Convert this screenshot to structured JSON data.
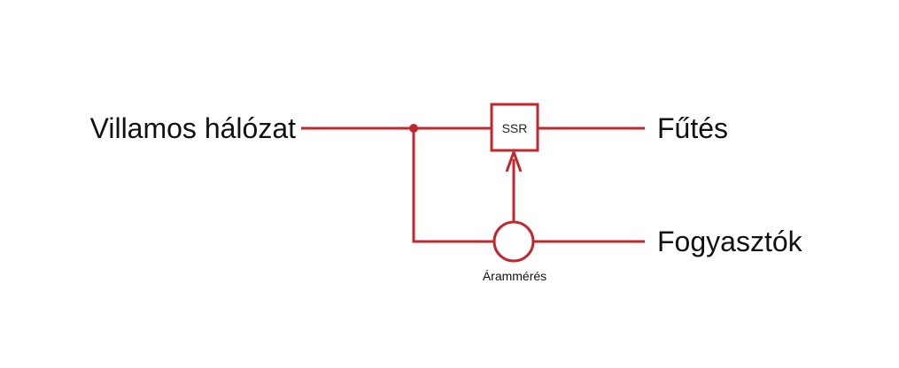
{
  "colors": {
    "line": "#c1272d",
    "text": "#111111",
    "background": "#ffffff"
  },
  "labels": {
    "source": "Villamos hálózat",
    "ssr": "SSR",
    "heating": "Fűtés",
    "consumers": "Fogyasztók",
    "current_measurement": "Árammérés"
  }
}
